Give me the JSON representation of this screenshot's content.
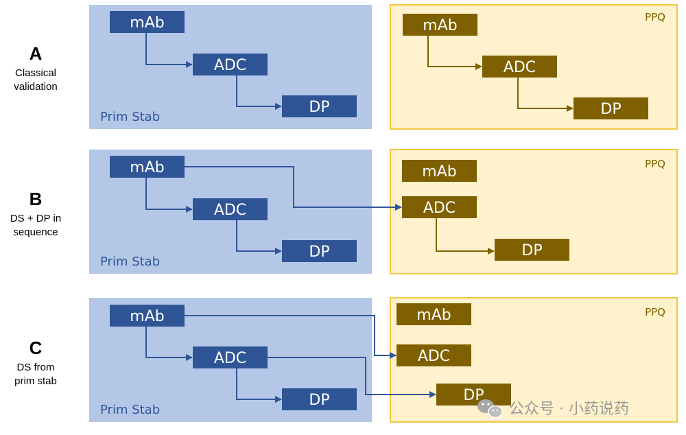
{
  "colors": {
    "stab_panel": "#b4c7e7",
    "stab_node": "#2f5597",
    "ppq_panel": "#fff2cc",
    "ppq_border": "#f5c542",
    "ppq_node": "#7f6000",
    "arrow_blue": "#2f5597",
    "arrow_brown": "#7f6000"
  },
  "scenarios": [
    {
      "letter": "A",
      "desc_lines": [
        "Classical",
        "validation"
      ],
      "stab_label": "Prim Stab",
      "ppq_label": "PPQ",
      "stab_nodes": [
        "mAb",
        "ADC",
        "DP"
      ],
      "ppq_nodes": [
        "mAb",
        "ADC",
        "DP"
      ]
    },
    {
      "letter": "B",
      "desc_lines": [
        "DS + DP in",
        "sequence"
      ],
      "stab_label": "Prim Stab",
      "ppq_label": "PPQ",
      "stab_nodes": [
        "mAb",
        "ADC",
        "DP"
      ],
      "ppq_nodes": [
        "mAb",
        "ADC",
        "DP"
      ]
    },
    {
      "letter": "C",
      "desc_lines": [
        "DS from",
        "prim stab"
      ],
      "stab_label": "Prim Stab",
      "ppq_label": "PPQ",
      "stab_nodes": [
        "mAb",
        "ADC",
        "DP"
      ],
      "ppq_nodes": [
        "mAb",
        "ADC",
        "DP"
      ]
    }
  ],
  "watermark": {
    "icon": "wechat-icon",
    "text": "公众号 · 小药说药"
  }
}
